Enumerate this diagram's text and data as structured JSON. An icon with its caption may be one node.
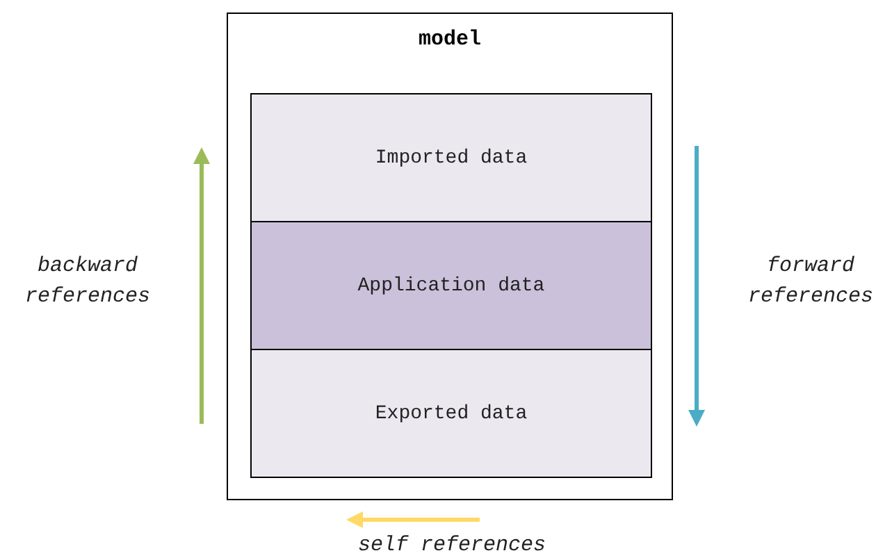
{
  "diagram": {
    "nodes": [
      {
        "text": [
          "model"
        ]
      },
      {
        "text": [
          "Imported data"
        ],
        "in": 0
      },
      {
        "text": [
          "Application data"
        ],
        "in": 0
      },
      {
        "text": [
          "Exported data"
        ],
        "in": 0
      }
    ],
    "labels": [
      "backward references",
      "forward references",
      "self references"
    ]
  }
}
